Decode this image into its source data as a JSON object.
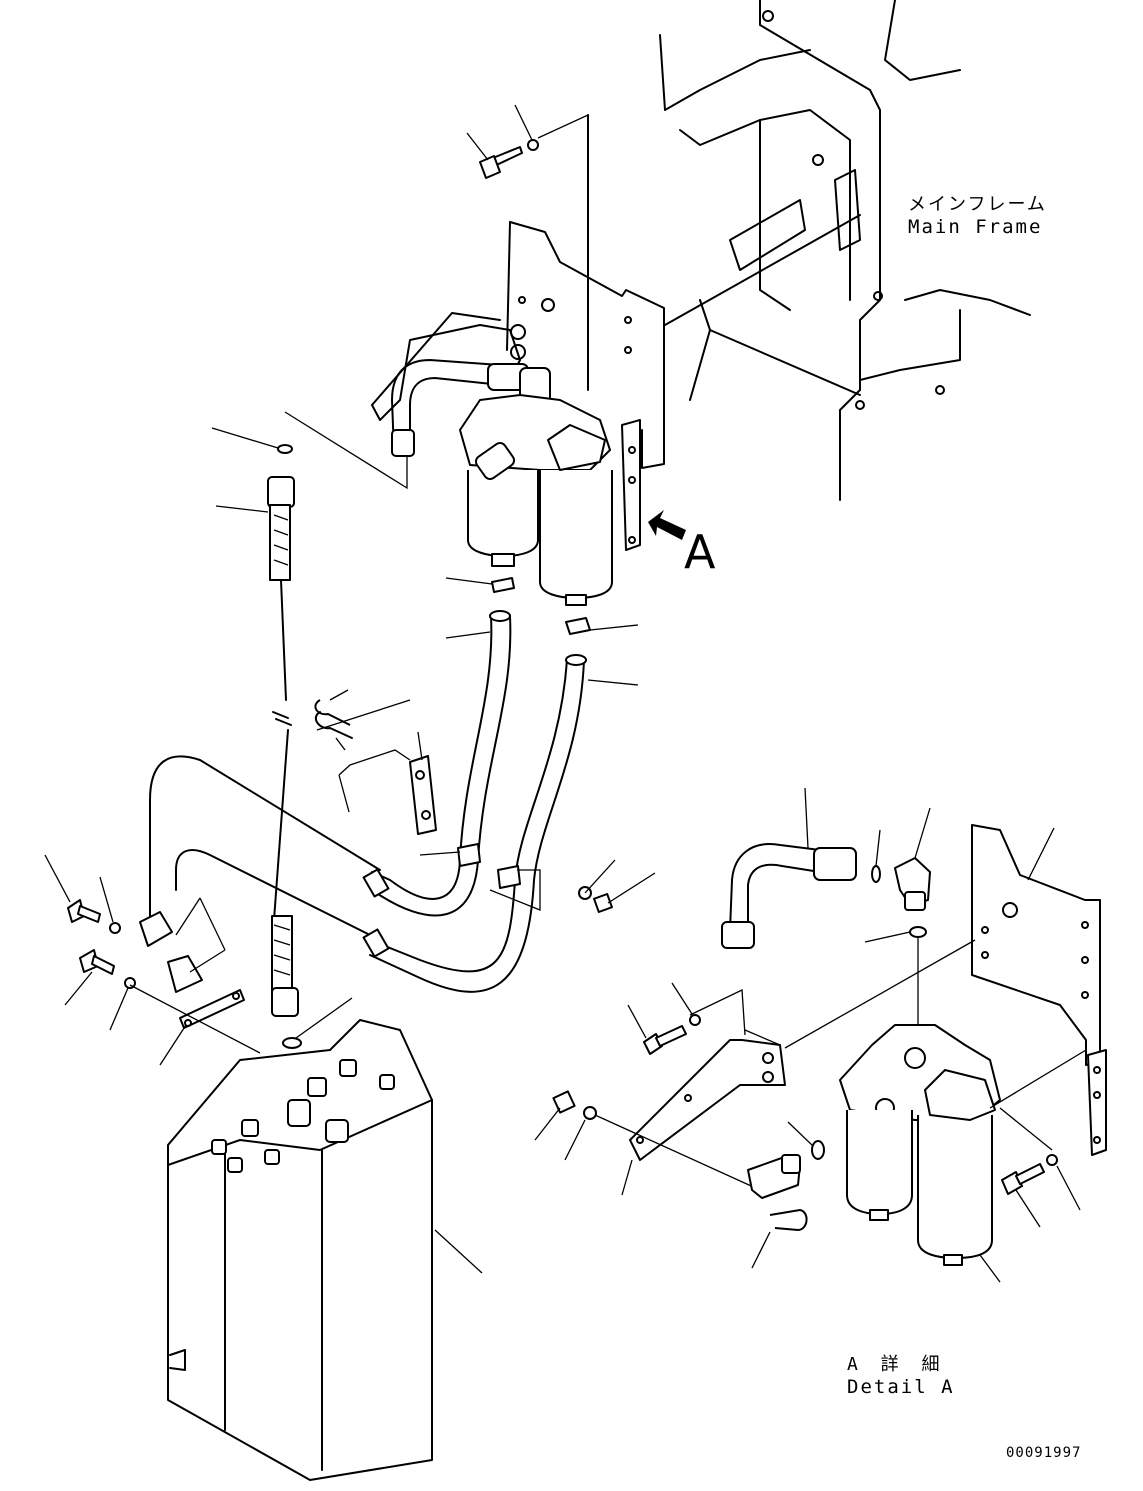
{
  "labels": {
    "main_frame_jp": "メインフレーム",
    "main_frame_en": "Main Frame",
    "view_callout": "A",
    "detail_jp": "A 詳 細",
    "detail_en": "Detail A",
    "drawing_number": "00091997"
  },
  "colors": {
    "line": "#000000",
    "background": "#ffffff"
  }
}
